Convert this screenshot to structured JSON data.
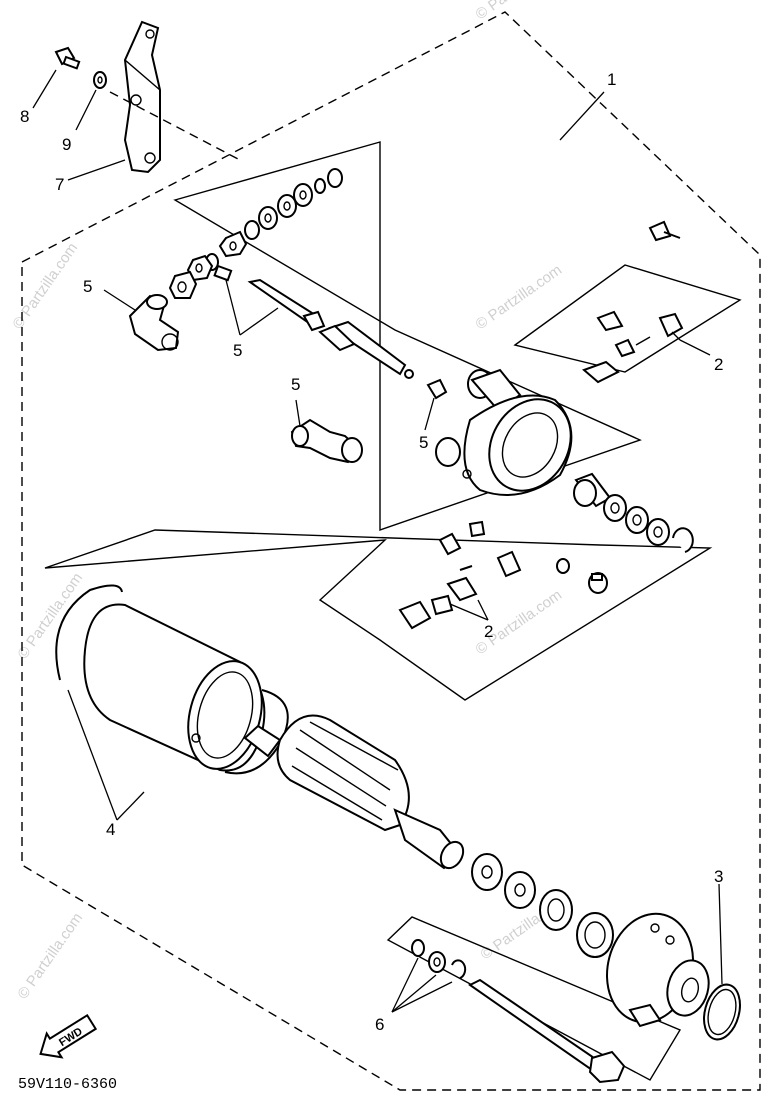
{
  "diagram": {
    "drawing_code": "59V110-6360",
    "fwd_label": "FWD",
    "watermark": "© Partzilla.com",
    "callouts": {
      "c1": "1",
      "c2a": "2",
      "c2b": "2",
      "c3": "3",
      "c4": "4",
      "c5a": "5",
      "c5b": "5",
      "c5c": "5",
      "c5d": "5",
      "c6": "6",
      "c7": "7",
      "c8": "8",
      "c9": "9"
    }
  }
}
